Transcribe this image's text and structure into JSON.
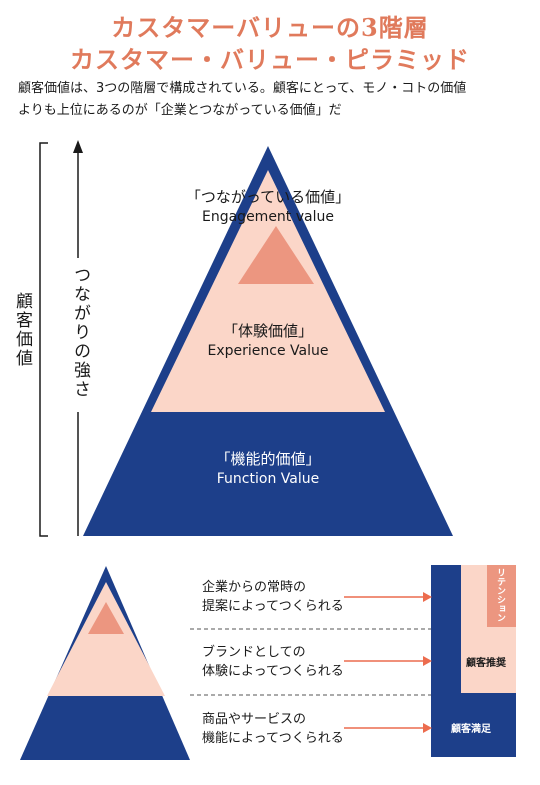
{
  "header": {
    "title_line1": "カスタマーバリューの3階層",
    "title_line2": "カスタマー・バリュー・ピラミッド"
  },
  "intro": {
    "line1": "顧客価値は、3つの階層で構成されている。顧客にとって、モノ・コトの価値",
    "line2": "よりも上位にあるのが「企業とつながっている価値」だ"
  },
  "axis": {
    "outer_label": "顧客価値",
    "arrow_label": "つながりの強さ"
  },
  "pyramid": {
    "levels": [
      {
        "jp": "「つながっている価値」",
        "en": "Engagement value"
      },
      {
        "jp": "「体験価値」",
        "en": "Experience Value"
      },
      {
        "jp": "「機能的価値」",
        "en": "Function Value"
      }
    ]
  },
  "legend": {
    "rows": [
      {
        "line1": "企業からの常時の",
        "line2": "提案によってつくられる"
      },
      {
        "line1": "ブランドとしての",
        "line2": "体験によってつくられる"
      },
      {
        "line1": "商品やサービスの",
        "line2": "機能によってつくられる"
      }
    ]
  },
  "bars": {
    "retention": "リテンション",
    "recommend": "顧客推奨",
    "satisfaction": "顧客満足"
  },
  "colors": {
    "navy": "#1d3f8a",
    "peach": "#fbd6c8",
    "salmon": "#ec9680",
    "title": "#e07a5c"
  }
}
